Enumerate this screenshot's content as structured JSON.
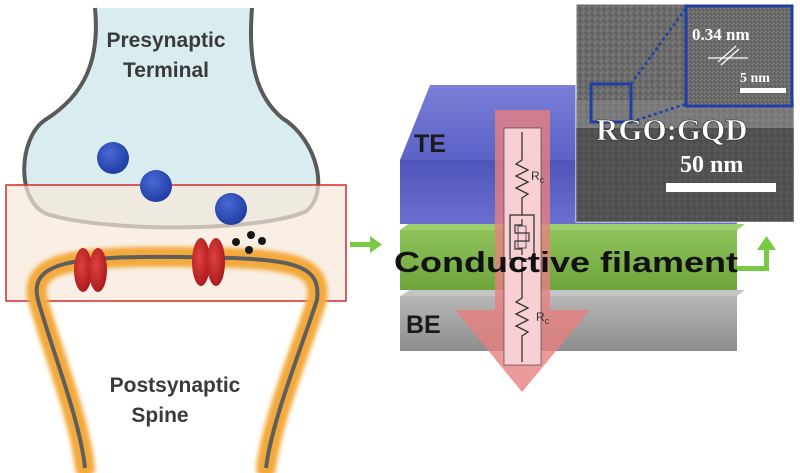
{
  "synapse": {
    "presynaptic_line1": "Presynaptic",
    "presynaptic_line2": "Terminal",
    "postsynaptic_line1": "Postsynaptic",
    "postsynaptic_line2": "Spine"
  },
  "device": {
    "top_electrode": "TE",
    "bottom_electrode": "BE",
    "filament_label": "Conductive filament",
    "resistor_label_top": "R",
    "resistor_label_bottom": "R",
    "resistor_subscript": "c"
  },
  "tem": {
    "material_label": "RGO:GQD",
    "scale_main": "50 nm",
    "inset_spacing": "0.34 nm",
    "inset_scale": "5 nm"
  },
  "colors": {
    "presynaptic_fill": "#d9edf0",
    "cleft_box_fill": "#f6e8d8",
    "cleft_box_stroke": "#d22a2a",
    "spine_glow": "#f3a93a",
    "vesicle": "#2546b8",
    "receptor": "#c01e22",
    "top_electrode": "#5a5fc0",
    "filament_layer": "#7fb24a",
    "bottom_electrode": "#a3a3a3",
    "arrow_green": "#79c944",
    "current_arrow": "#e88080",
    "tem_highlight": "#1f3fa8"
  }
}
